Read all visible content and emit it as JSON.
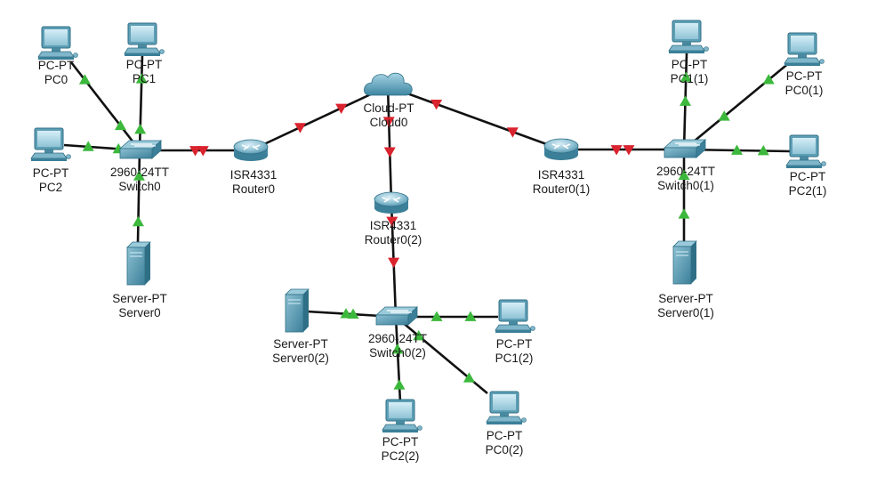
{
  "colors": {
    "link": "#111111",
    "status_up": "#3cb83c",
    "status_down": "#d9232e",
    "device_body": "#5b97ad",
    "device_dark": "#2f6f86"
  },
  "devices": [
    {
      "id": "pc0",
      "kind": "pc",
      "icon": "pc-icon",
      "model": "PC-PT",
      "name": "PC0"
    },
    {
      "id": "pc1",
      "kind": "pc",
      "icon": "pc-icon",
      "model": "PC-PT",
      "name": "PC1"
    },
    {
      "id": "pc2",
      "kind": "pc",
      "icon": "pc-icon",
      "model": "PC-PT",
      "name": "PC2"
    },
    {
      "id": "sw0",
      "kind": "switch",
      "icon": "switch-icon",
      "model": "2960-24TT",
      "name": "Switch0"
    },
    {
      "id": "srv0",
      "kind": "server",
      "icon": "server-icon",
      "model": "Server-PT",
      "name": "Server0"
    },
    {
      "id": "r0",
      "kind": "router",
      "icon": "router-icon",
      "model": "ISR4331",
      "name": "Router0"
    },
    {
      "id": "cloud0",
      "kind": "cloud",
      "icon": "cloud-icon",
      "model": "Cloud-PT",
      "name": "Cloud0"
    },
    {
      "id": "r0_2",
      "kind": "router",
      "icon": "router-icon",
      "model": "ISR4331",
      "name": "Router0(2)"
    },
    {
      "id": "r0_1",
      "kind": "router",
      "icon": "router-icon",
      "model": "ISR4331",
      "name": "Router0(1)"
    },
    {
      "id": "sw0_1",
      "kind": "switch",
      "icon": "switch-icon",
      "model": "2960-24TT",
      "name": "Switch0(1)"
    },
    {
      "id": "pc1_1",
      "kind": "pc",
      "icon": "pc-icon",
      "model": "PC-PT",
      "name": "PC1(1)"
    },
    {
      "id": "pc0_1",
      "kind": "pc",
      "icon": "pc-icon",
      "model": "PC-PT",
      "name": "PC0(1)"
    },
    {
      "id": "pc2_1",
      "kind": "pc",
      "icon": "pc-icon",
      "model": "PC-PT",
      "name": "PC2(1)"
    },
    {
      "id": "srv0_1",
      "kind": "server",
      "icon": "server-icon",
      "model": "Server-PT",
      "name": "Server0(1)"
    },
    {
      "id": "sw0_2",
      "kind": "switch",
      "icon": "switch-icon",
      "model": "2960-24TT",
      "name": "Switch0(2)"
    },
    {
      "id": "srv0_2",
      "kind": "server",
      "icon": "server-icon",
      "model": "Server-PT",
      "name": "Server0(2)"
    },
    {
      "id": "pc1_2",
      "kind": "pc",
      "icon": "pc-icon",
      "model": "PC-PT",
      "name": "PC1(2)"
    },
    {
      "id": "pc2_2",
      "kind": "pc",
      "icon": "pc-icon",
      "model": "PC-PT",
      "name": "PC2(2)"
    },
    {
      "id": "pc0_2",
      "kind": "pc",
      "icon": "pc-icon",
      "model": "PC-PT",
      "name": "PC0(2)"
    }
  ],
  "links": [
    {
      "from": "pc0",
      "to": "sw0",
      "status": "up"
    },
    {
      "from": "pc1",
      "to": "sw0",
      "status": "up"
    },
    {
      "from": "pc2",
      "to": "sw0",
      "status": "up"
    },
    {
      "from": "srv0",
      "to": "sw0",
      "status": "up"
    },
    {
      "from": "sw0",
      "to": "r0",
      "status": "down"
    },
    {
      "from": "r0",
      "to": "cloud0",
      "status": "down"
    },
    {
      "from": "cloud0",
      "to": "r0_1",
      "status": "down"
    },
    {
      "from": "cloud0",
      "to": "r0_2",
      "status": "down"
    },
    {
      "from": "r0_2",
      "to": "sw0_2",
      "status": "down"
    },
    {
      "from": "r0_1",
      "to": "sw0_1",
      "status": "down"
    },
    {
      "from": "pc1_1",
      "to": "sw0_1",
      "status": "up"
    },
    {
      "from": "pc0_1",
      "to": "sw0_1",
      "status": "up"
    },
    {
      "from": "pc2_1",
      "to": "sw0_1",
      "status": "up"
    },
    {
      "from": "srv0_1",
      "to": "sw0_1",
      "status": "up"
    },
    {
      "from": "srv0_2",
      "to": "sw0_2",
      "status": "up"
    },
    {
      "from": "pc1_2",
      "to": "sw0_2",
      "status": "up"
    },
    {
      "from": "pc2_2",
      "to": "sw0_2",
      "status": "up"
    },
    {
      "from": "pc0_2",
      "to": "sw0_2",
      "status": "up"
    }
  ]
}
